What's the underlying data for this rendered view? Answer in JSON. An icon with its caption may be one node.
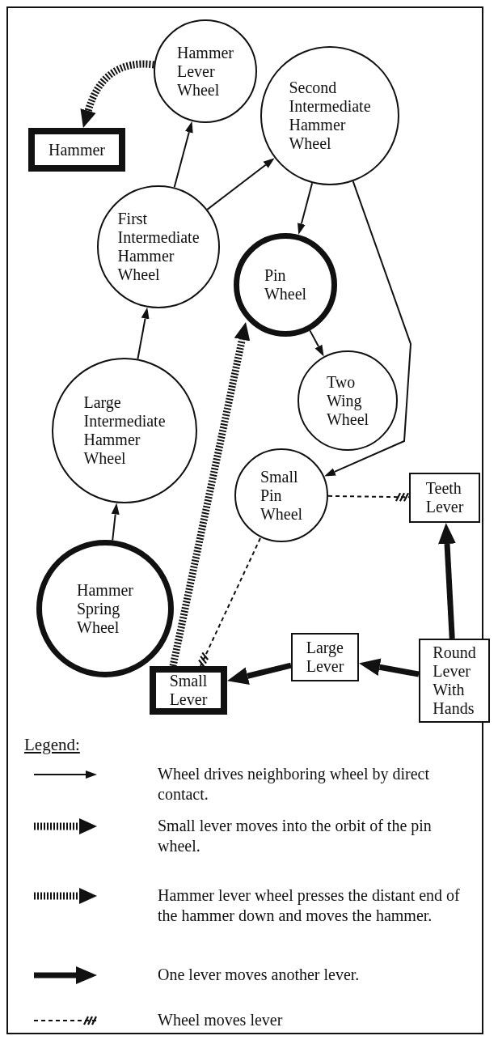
{
  "diagram": {
    "nodes": [
      {
        "text": [
          "Hammer Lever Wheel"
        ]
      },
      {
        "text": [
          "Hammer"
        ]
      },
      {
        "text": [
          "Second Intermediate Hammer Wheel"
        ]
      },
      {
        "text": [
          "First Intermediate Hammer Wheel"
        ]
      },
      {
        "text": [
          "Pin Wheel"
        ]
      },
      {
        "text": [
          "Two Wing Wheel"
        ]
      },
      {
        "text": [
          "Large Intermediate Hammer Wheel"
        ]
      },
      {
        "text": [
          "Small Pin Wheel"
        ]
      },
      {
        "text": [
          "Teeth Lever"
        ]
      },
      {
        "text": [
          "Hammer Spring Wheel"
        ]
      },
      {
        "text": [
          "Large Lever"
        ]
      },
      {
        "text": [
          "Round Lever With Hands"
        ]
      },
      {
        "text": [
          "Small Lever"
        ]
      }
    ],
    "edges": [
      {
        "from": 0,
        "to": 1,
        "arrow": "to",
        "style": "dashed"
      },
      {
        "from": 3,
        "to": 0,
        "arrow": "to"
      },
      {
        "from": 3,
        "to": 2,
        "arrow": "to"
      },
      {
        "from": 2,
        "to": 4,
        "arrow": "to"
      },
      {
        "from": 4,
        "to": 5,
        "arrow": "to"
      },
      {
        "from": 2,
        "to": 7,
        "arrow": "to"
      },
      {
        "from": 6,
        "to": 3,
        "arrow": "to"
      },
      {
        "from": 9,
        "to": 6,
        "arrow": "to"
      },
      {
        "from": 12,
        "to": 4,
        "arrow": "to",
        "style": "dashed"
      },
      {
        "from": 7,
        "to": 8,
        "arrow": "other",
        "style": "dashed"
      },
      {
        "from": 7,
        "to": 12,
        "arrow": "other",
        "style": "dashed"
      },
      {
        "from": 11,
        "to": 8,
        "arrow": "to",
        "style": "thick"
      },
      {
        "from": 11,
        "to": 10,
        "arrow": "to",
        "style": "thick"
      },
      {
        "from": 10,
        "to": 12,
        "arrow": "to",
        "style": "thick"
      }
    ],
    "labels": [
      "Legend:"
    ],
    "legend": [
      {
        "text": "Wheel drives neighboring wheel by direct contact."
      },
      {
        "text": "Small lever moves into the orbit of the pin wheel."
      },
      {
        "text": "Hammer lever wheel presses the distant end of the hammer down and moves the hammer."
      },
      {
        "text": "One lever moves another lever."
      },
      {
        "text": "Wheel moves lever"
      }
    ]
  }
}
